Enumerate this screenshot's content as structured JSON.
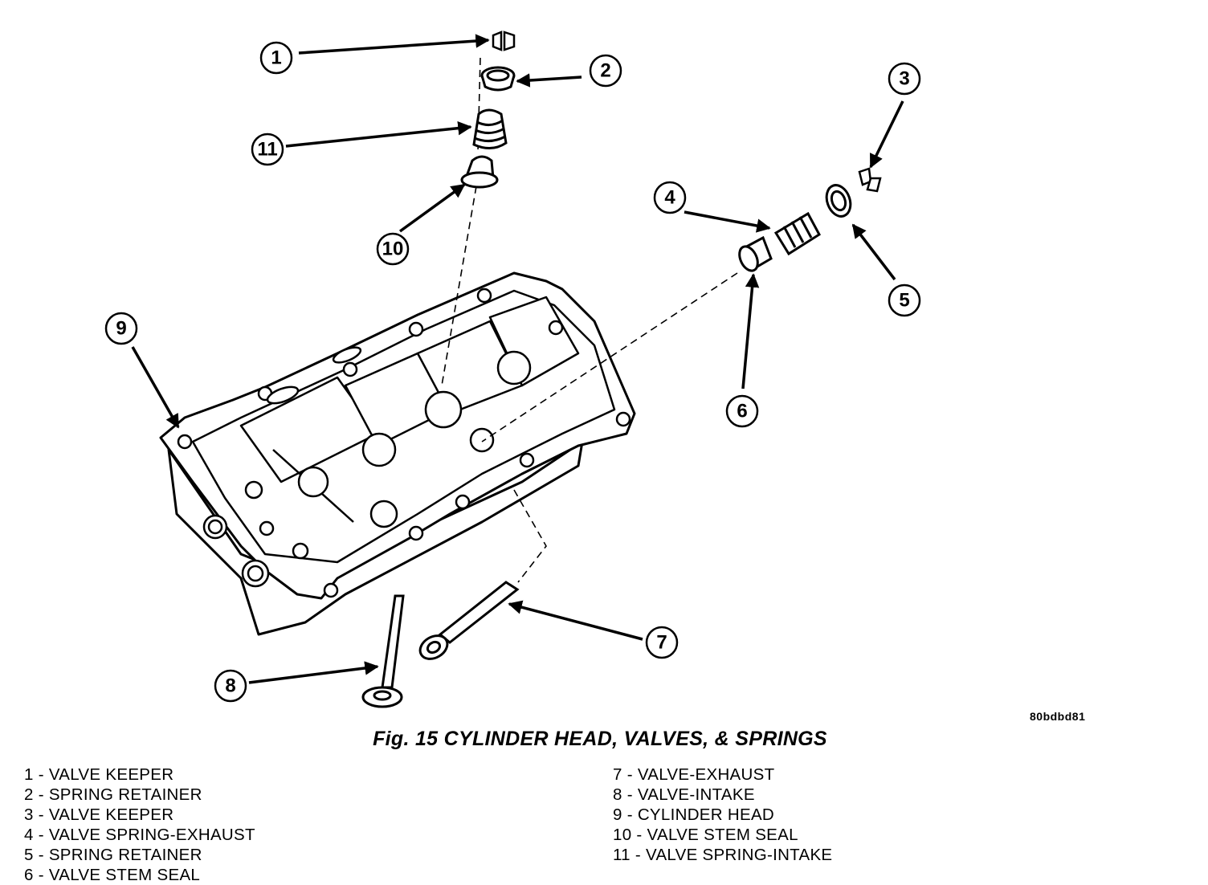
{
  "figure": {
    "caption": "Fig. 15 CYLINDER HEAD, VALVES, & SPRINGS",
    "drawing_id": "80bdbd81"
  },
  "callouts": [
    "1",
    "2",
    "3",
    "4",
    "5",
    "6",
    "7",
    "8",
    "9",
    "10",
    "11"
  ],
  "legend": {
    "left": [
      "1 - VALVE KEEPER",
      "2 - SPRING RETAINER",
      "3 - VALVE KEEPER",
      "4 - VALVE SPRING-EXHAUST",
      "5 - SPRING RETAINER",
      "6 - VALVE STEM SEAL"
    ],
    "right": [
      "7 - VALVE-EXHAUST",
      "8 - VALVE-INTAKE",
      "9 - CYLINDER HEAD",
      "10 - VALVE STEM SEAL",
      "11 - VALVE SPRING-INTAKE"
    ]
  }
}
